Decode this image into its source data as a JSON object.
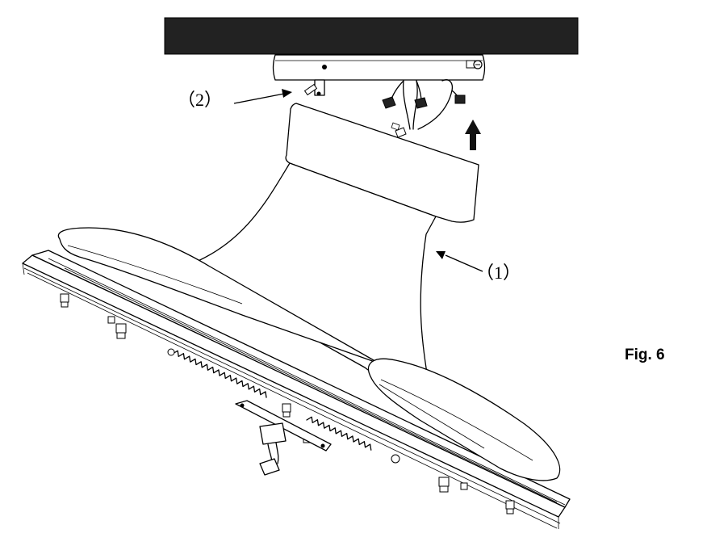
{
  "figure": {
    "caption": "Fig. 6"
  },
  "callouts": [
    {
      "id": "1",
      "text": "（1）"
    },
    {
      "id": "2",
      "text": "（2）"
    }
  ],
  "colors": {
    "ceiling": "#222222",
    "line": "#000000",
    "background": "#ffffff"
  }
}
